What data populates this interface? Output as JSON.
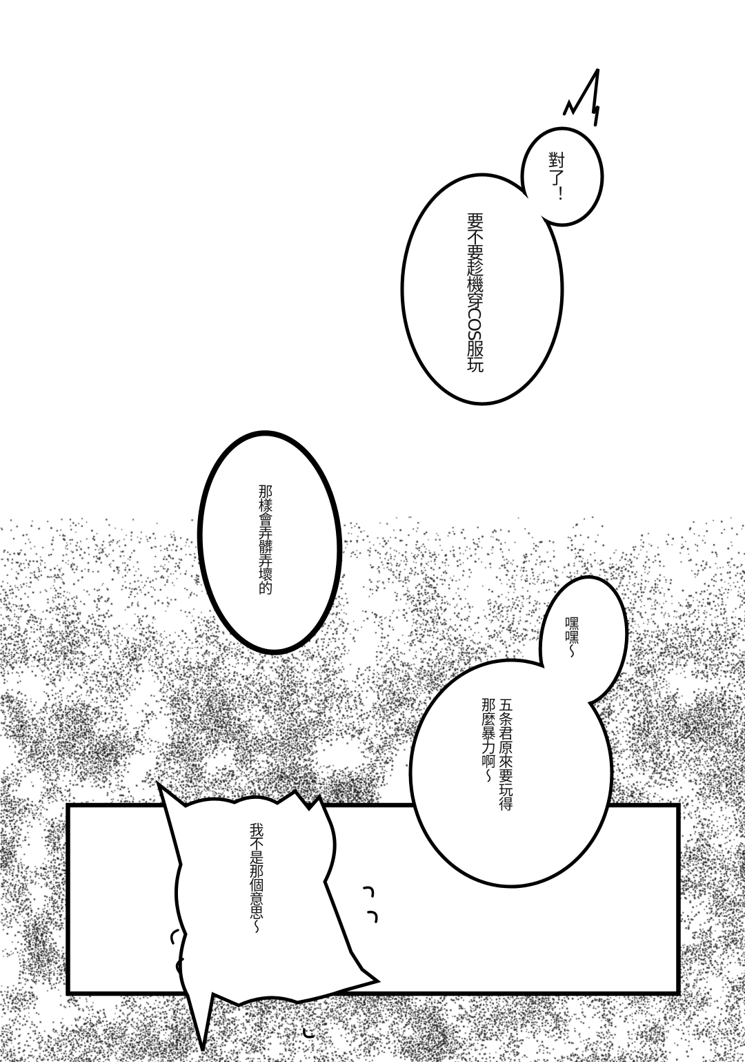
{
  "page": {
    "paper_color": "#ffffff",
    "ink_color": "#000000",
    "tone_color": "#141414"
  },
  "bubbles": {
    "exclaim_small": {
      "text": "對了！"
    },
    "cosplay_large": {
      "text": "要不要趁機穿COS服玩"
    },
    "worry": {
      "text": "那樣會弄髒弄壞的"
    },
    "giggle": {
      "text": "嘿嘿～"
    },
    "tease": {
      "text": "五条君原來要玩得\n那麼暴力啊～"
    },
    "burst": {
      "text": "我不是那個意思～"
    }
  },
  "icons": {
    "shock_mark": "zigzag-shock-mark",
    "flutter_marks": "small-curved-tick-marks"
  }
}
